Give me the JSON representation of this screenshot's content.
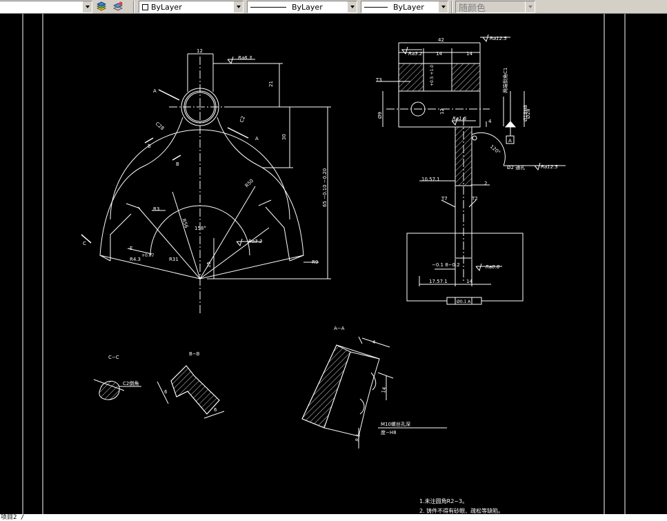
{
  "toolbar": {
    "color_label": "ByLayer",
    "linetype_label": "ByLayer",
    "lineweight_label": "ByLayer",
    "plotstyle_label": "随颜色",
    "icons": [
      "layer-previous-icon",
      "layer-stack-icon"
    ]
  },
  "drawing": {
    "left_view": {
      "dims": {
        "top_width": "12",
        "surface_top": "Ra6.3",
        "h21": "21",
        "h30": "30",
        "c2": "C2",
        "c28": "C28",
        "r50": "R50",
        "r3": "R3",
        "r56": "R56",
        "angle158": "158°",
        "ra32": "Ra3.2",
        "h15": "15",
        "r9": "R9",
        "r49": "R4.3",
        "tol49": "+0.07",
        "r31": "R31",
        "overall": "65 −0.10 −0.20",
        "e": "E"
      },
      "section_labels": {
        "a": "A",
        "b": "B",
        "c": "C"
      }
    },
    "right_view": {
      "dims": {
        "w42": "42",
        "ra125_top": "Ra12.5",
        "ra32": "Ra3.2",
        "d14a": "14",
        "d14b": "14",
        "c1": "两端倒角C1",
        "t3": "T3",
        "tol_v": "+0.5 +1.0",
        "d9": "Ø9",
        "d18": "Ø18H8",
        "d28": "Ø28",
        "ra16": "Ra1.6",
        "h12": "12",
        "d4": "4",
        "datum": "A",
        "angle": "120°",
        "hole": "Ø2 通孔",
        "ra125_hole": "Ra12.5",
        "w1057": "10.57.1",
        "d2": "2",
        "t7": "T7",
        "t2": "T2",
        "tol_b": "−0.1 8−0.2",
        "ra08": "Ra0.8",
        "w1757": "17.57.1",
        "d14c": "14",
        "gdt": "Ø0.1 A"
      }
    },
    "sections": {
      "cc": "C−C",
      "cc_note": "C2倒角",
      "bb": "B−B",
      "bb_d6a": "6",
      "bb_d6b": "6",
      "aa": "A−A",
      "aa_d4": "4",
      "aa_d14": "14",
      "aa_d8": "8.5",
      "aa_note1": "M10螺丝孔深",
      "aa_note2": "度−H8"
    },
    "notes": {
      "n1": "1.未注圆角R2~3。",
      "n2": "2. 铸件不得有砂眼、疏松等缺陷。"
    }
  },
  "command_line": "项目2 /"
}
